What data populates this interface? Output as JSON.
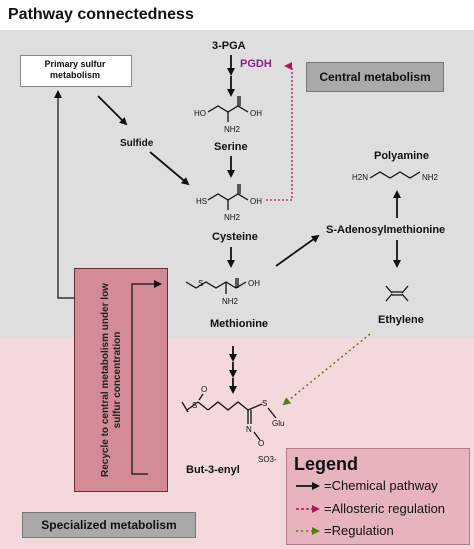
{
  "title": "Pathway connectedness",
  "regions": {
    "central": "Central metabolism",
    "specialized": "Specialized metabolism"
  },
  "nodes": {
    "primary_sulfur": "Primary sulfur metabolism",
    "sulfide": "Sulfide",
    "pga": "3-PGA",
    "pgdh": "PGDH",
    "serine": "Serine",
    "cysteine": "Cysteine",
    "methionine": "Methionine",
    "sam": "S-Adenosylmethionine",
    "polyamine": "Polyamine",
    "ethylene": "Ethylene",
    "butenyl": "But-3-enyl"
  },
  "chem_labels": {
    "ho": "HO",
    "oh": "OH",
    "nh2": "NH2",
    "hs": "HS",
    "s": "S",
    "o": "O",
    "glu": "Glu",
    "n": "N",
    "so3": "SO3-",
    "h2n": "H2N"
  },
  "recycle_box": "Recycle to central metabolism under low sulfur concentration",
  "legend": {
    "title": "Legend",
    "items": [
      {
        "text": "=Chemical pathway",
        "color": "#111111"
      },
      {
        "text": "=Allosteric regulation",
        "color": "#b0185a"
      },
      {
        "text": "=Regulation",
        "color": "#5a7a1a"
      }
    ]
  },
  "colors": {
    "central_bg": "#dedede",
    "specialized_bg": "#f3d9dc",
    "recycle_box": "#d28b97",
    "legend_bg": "#e7b3bc",
    "pgdh": "#8a1f8a",
    "allosteric": "#b0185a",
    "regulation": "#5a7a1a"
  }
}
